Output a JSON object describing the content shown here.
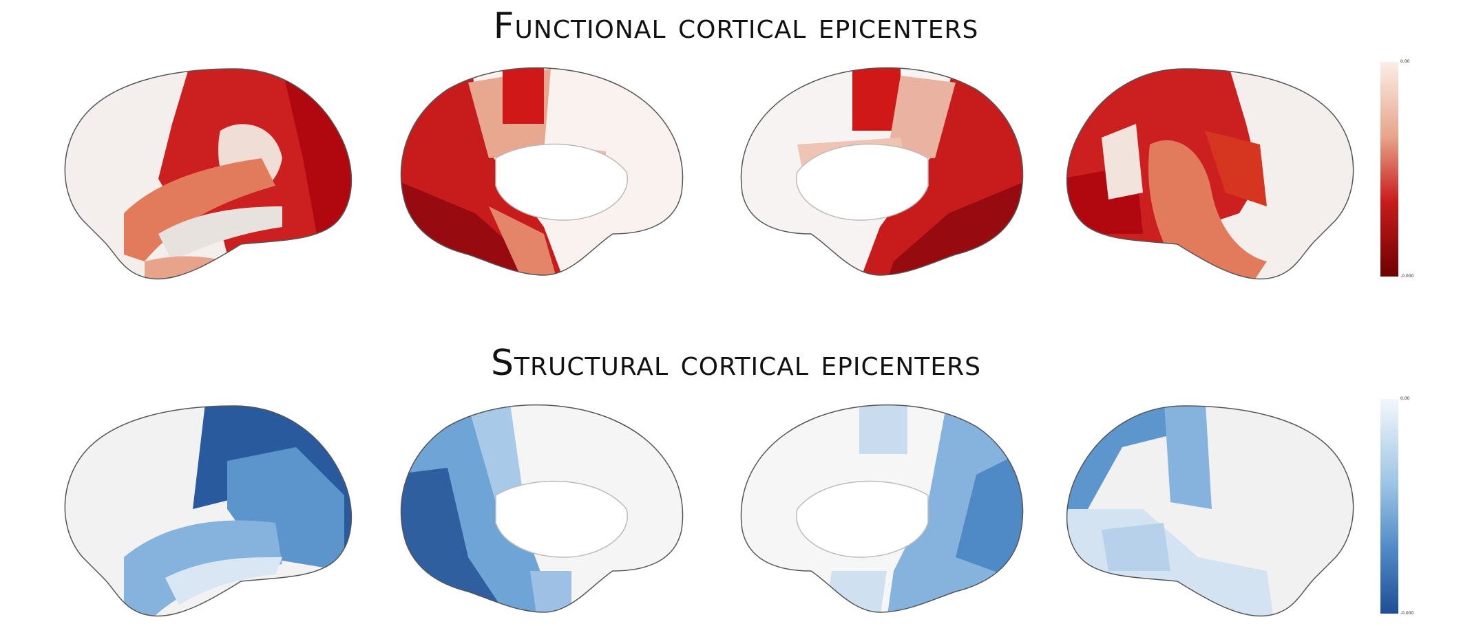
{
  "titles": {
    "functional": "Functional cortical epicenters",
    "structural": "Structural cortical epicenters"
  },
  "colorbars": {
    "functional": {
      "max_label": "0.00",
      "min_label": "-0.000",
      "colors": [
        "#fbeee6",
        "#e7a48a",
        "#c81c1c",
        "#6e0000"
      ]
    },
    "structural": {
      "max_label": "0.00",
      "min_label": "-0.000",
      "colors": [
        "#f3f7fb",
        "#9cc3e4",
        "#4f8ac6",
        "#1f4e96"
      ]
    }
  },
  "views": [
    "lateral-left",
    "medial-left",
    "medial-right",
    "lateral-right"
  ]
}
